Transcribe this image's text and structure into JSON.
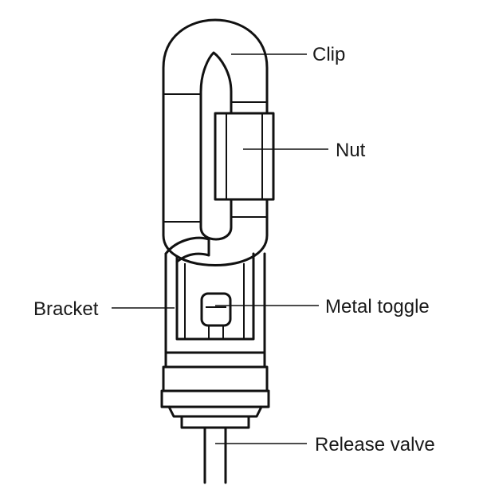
{
  "diagram": {
    "labels": {
      "clip": "Clip",
      "nut": "Nut",
      "bracket": "Bracket",
      "metal_toggle": "Metal toggle",
      "release_valve": "Release valve"
    }
  },
  "colors": {
    "ink": "#111111",
    "background": "#ffffff"
  }
}
